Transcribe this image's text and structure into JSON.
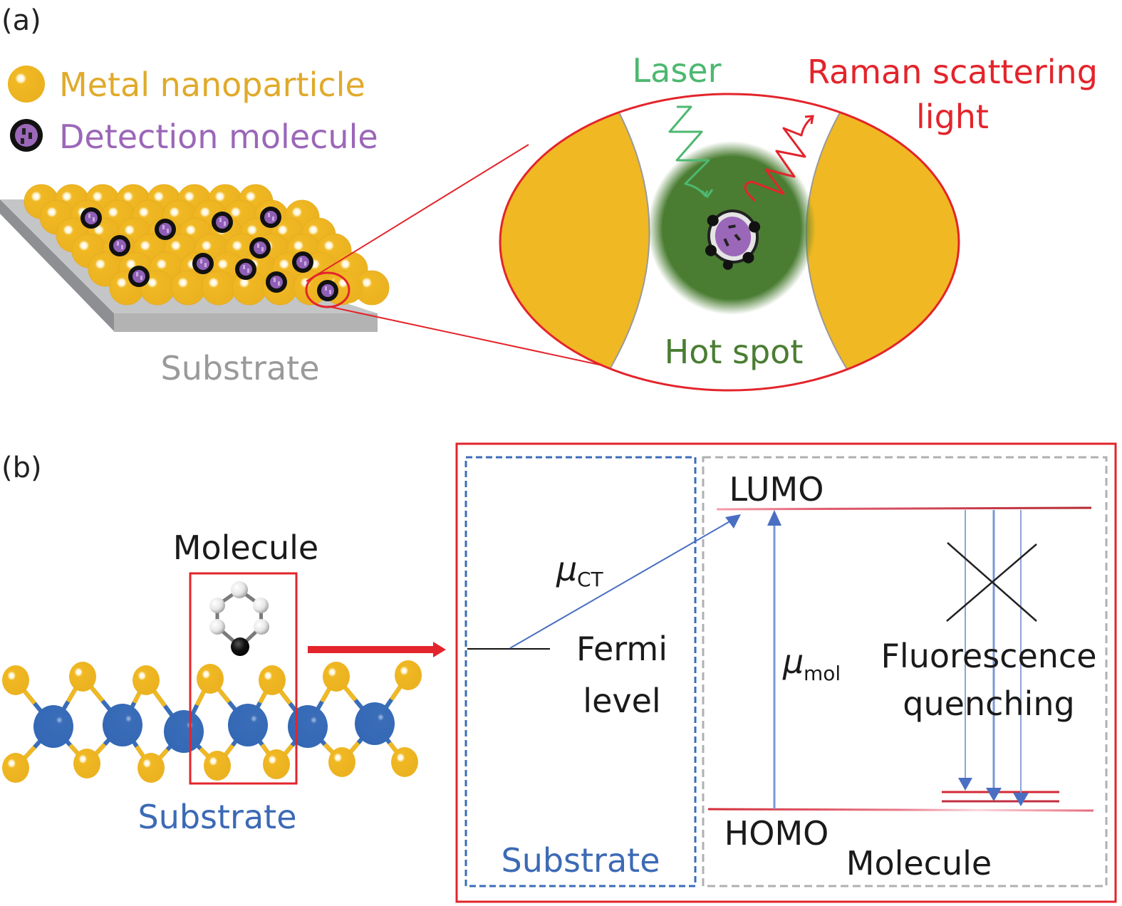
{
  "panel_a": {
    "label": "(a)",
    "legend": {
      "nanoparticle": "Metal nanoparticle",
      "molecule": "Detection molecule"
    },
    "substrate_label": "Substrate",
    "zoom": {
      "laser_label": "Laser",
      "raman_label_line1": "Raman scattering",
      "raman_label_line2": "light",
      "hotspot_label": "Hot spot"
    }
  },
  "panel_b": {
    "label": "(b)",
    "molecule_label": "Molecule",
    "substrate_label": "Substrate",
    "energy_diagram": {
      "lumo": "LUMO",
      "homo": "HOMO",
      "fermi_line1": "Fermi",
      "fermi_line2": "level",
      "mu_ct_symbol": "μ",
      "mu_ct_sub": "CT",
      "mu_mol_symbol": "μ",
      "mu_mol_sub": "mol",
      "fluorescence_line1": "Fluorescence",
      "fluorescence_line2": "quenching",
      "substrate_box_label": "Substrate",
      "molecule_box_label": "Molecule"
    }
  },
  "colors": {
    "gold": "#F0B823",
    "gold_text": "#E0AA2A",
    "purple_text": "#9B67B8",
    "laser_green": "#4DB870",
    "raman_red": "#E3242B",
    "hotspot_green": "#4A7D32",
    "substrate_gray": "#9A9A9A",
    "blue_atom": "#3A6DB8",
    "blue_text": "#3C6AB5",
    "dashed_gray": "#B0B0B0",
    "black": "#1a1a1a"
  }
}
